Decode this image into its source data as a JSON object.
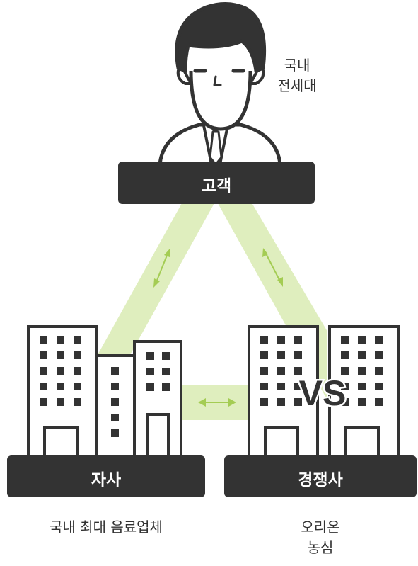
{
  "customer": {
    "box_label": "고객",
    "note_line1": "국내",
    "note_line2": "전세대"
  },
  "company": {
    "box_label": "자사",
    "note": "국내 최대 음료업체"
  },
  "competitor": {
    "box_label": "경쟁사",
    "note_line1": "오리온",
    "note_line2": "농심",
    "vs_label": "VS"
  },
  "colors": {
    "dark": "#333333",
    "link_green": "#dfeebe",
    "arrow_green": "#a4cc53",
    "window": "#333333"
  }
}
